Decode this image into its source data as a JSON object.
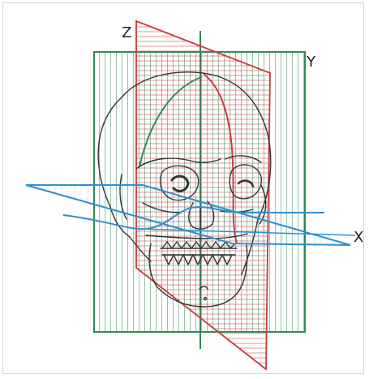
{
  "diagram": {
    "axis_labels": {
      "z": "Z",
      "y": "Y",
      "x": "X"
    },
    "colors": {
      "coronal_plane": "#2f8a55",
      "sagittal_plane": "#cc3a3a",
      "axial_plane": "#2f8fcf",
      "skull_outline": "#333333",
      "background": "#ffffff"
    }
  }
}
